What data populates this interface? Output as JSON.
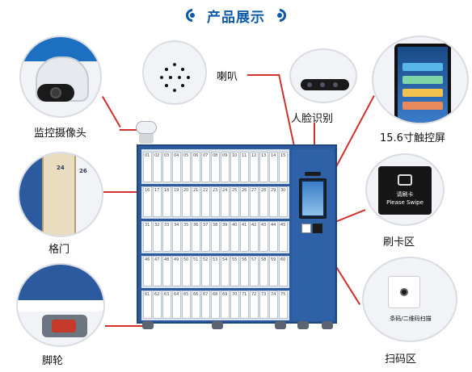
{
  "title": "产品展示",
  "labels": {
    "camera": "监控摄像头",
    "speaker": "喇叭",
    "face": "人脸识别",
    "touch": "15.6寸触控屏",
    "door": "格门",
    "card": "刷卡区",
    "wheel": "脚轮",
    "scan": "扫码区"
  },
  "card_panel": {
    "cn": "请刷卡",
    "en": "Please Swipe"
  },
  "scan_panel": {
    "text": "条码/二维码扫描"
  },
  "door_numbers": [
    "24",
    "26"
  ],
  "rows": [
    [
      "01",
      "02",
      "03",
      "04",
      "05",
      "06",
      "07",
      "08",
      "09",
      "10",
      "11",
      "12",
      "13",
      "14",
      "15"
    ],
    [
      "16",
      "17",
      "18",
      "19",
      "20",
      "21",
      "22",
      "23",
      "24",
      "25",
      "26",
      "27",
      "28",
      "29",
      "30"
    ],
    [
      "31",
      "32",
      "33",
      "34",
      "35",
      "36",
      "37",
      "38",
      "39",
      "40",
      "41",
      "42",
      "43",
      "44",
      "45"
    ],
    [
      "46",
      "47",
      "48",
      "49",
      "50",
      "51",
      "52",
      "53",
      "54",
      "55",
      "56",
      "57",
      "58",
      "59",
      "60"
    ],
    [
      "61",
      "62",
      "63",
      "64",
      "65",
      "66",
      "67",
      "68",
      "69",
      "70",
      "71",
      "72",
      "73",
      "74",
      "75"
    ]
  ],
  "colors": {
    "accent": "#0d5aa7",
    "cabinet": "#2c5a9e",
    "callout_line": "#d0312d"
  }
}
